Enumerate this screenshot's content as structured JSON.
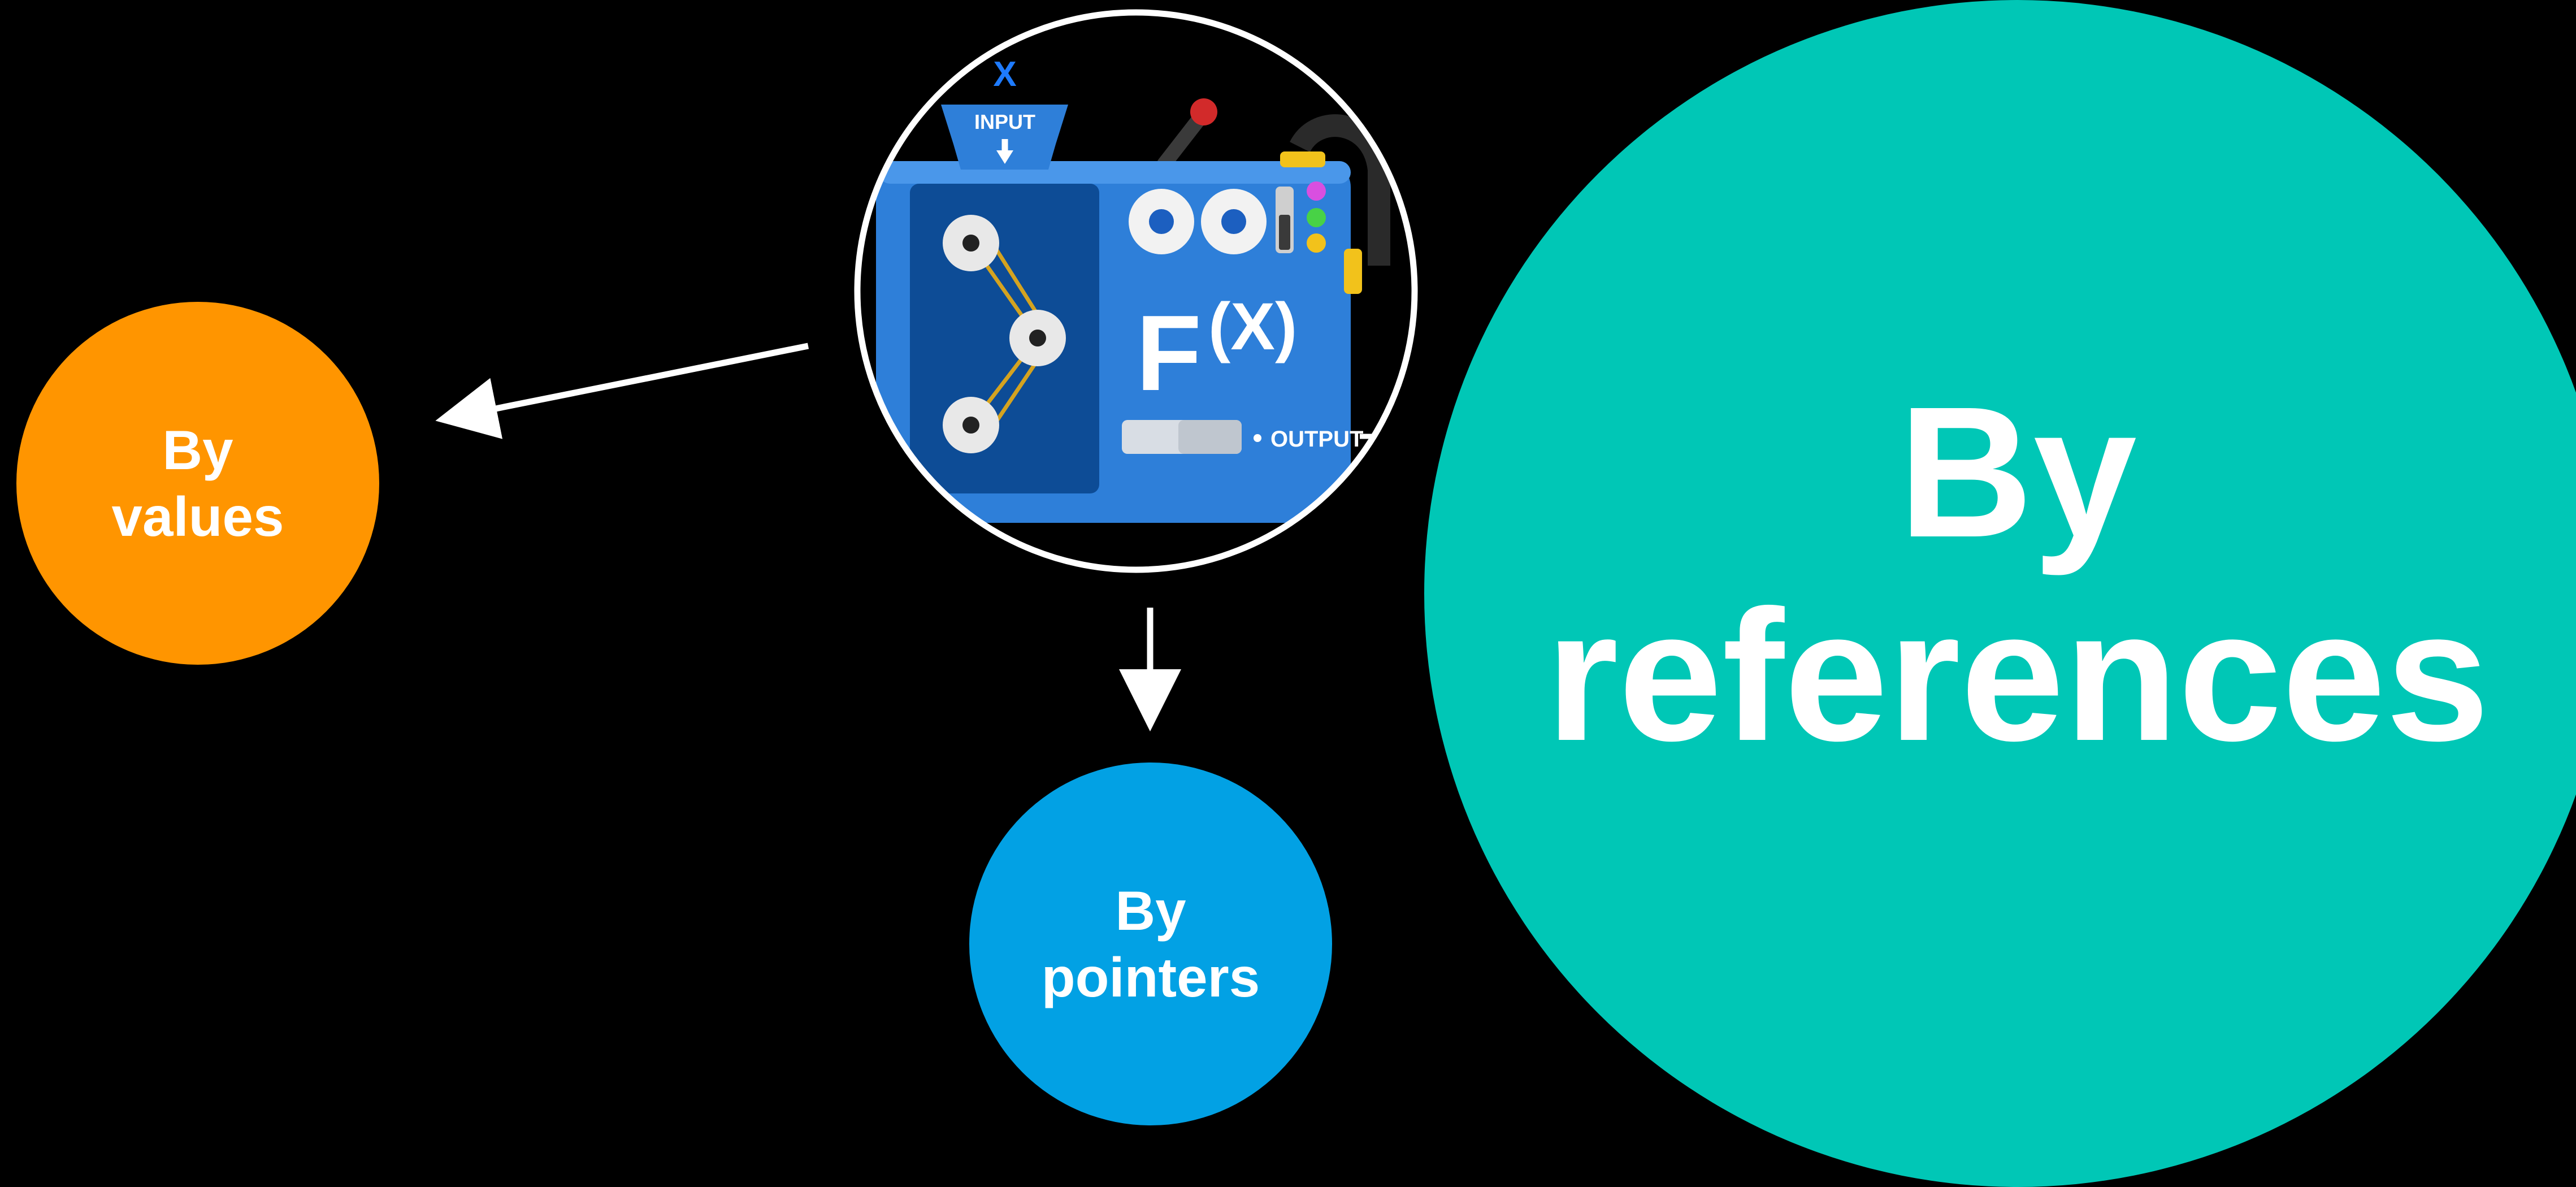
{
  "colors": {
    "background": "#000000",
    "values_bubble": "#FF9500",
    "pointers_bubble": "#02A1E4",
    "references_bubble": "#00C7B6",
    "machine_body": "#2E7FD9",
    "machine_panel": "#0D4C96",
    "arrow": "#ffffff"
  },
  "bubbles": {
    "values": {
      "label": "By\nvalues"
    },
    "pointers": {
      "label": "By\npointers"
    },
    "references": {
      "label": "By\nreferences"
    }
  },
  "machine": {
    "input_variable": "X",
    "input_label": "INPUT",
    "function_label": "F",
    "function_arg": "(X)",
    "output_label": "OUTPUT"
  }
}
